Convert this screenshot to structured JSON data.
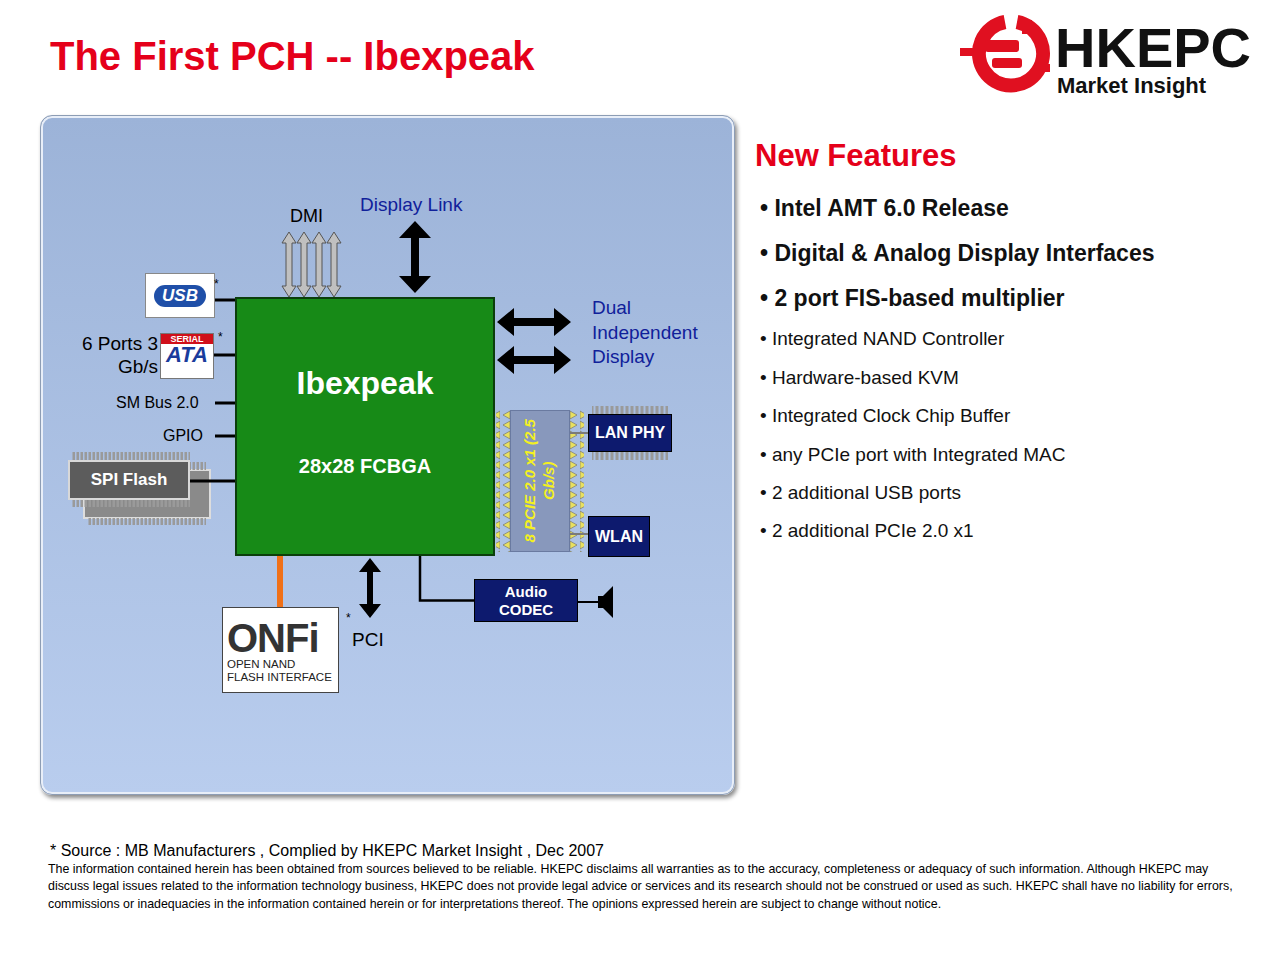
{
  "diagram": {
    "title": "The First PCH -- Ibexpeak",
    "nodes": [
      {
        "text": [
          "USB"
        ]
      },
      {
        "text": [
          "SERIAL",
          "ATA"
        ]
      },
      {
        "text": [
          "SPI Flash"
        ]
      },
      {
        "text": [
          "Ibexpeak",
          "28x28 FCBGA"
        ]
      },
      {
        "text": [
          "8 PCIE 2.0 x1 (2.5 Gb/s)"
        ]
      },
      {
        "text": [
          "LAN PHY"
        ]
      },
      {
        "text": [
          "WLAN"
        ]
      },
      {
        "text": [
          "Audio CODEC"
        ]
      },
      {
        "text": [
          "ONFi",
          "OPEN NAND FLASH INTERFACE"
        ]
      }
    ],
    "edges": [
      {
        "from": 3,
        "to": 0,
        "arrow": "none"
      },
      {
        "from": 3,
        "to": 1,
        "arrow": "none"
      },
      {
        "from": 3,
        "to": 2,
        "arrow": "none"
      },
      {
        "from": 3,
        "to": 8,
        "arrow": "none"
      },
      {
        "from": 3,
        "to": 7,
        "arrow": "none"
      },
      {
        "from": 4,
        "to": 5,
        "arrow": "none"
      },
      {
        "from": 4,
        "to": 6,
        "arrow": "none"
      }
    ],
    "labels": [
      "HKEPC",
      "Market Insight",
      "DMI",
      "Display Link",
      "Dual Independent Display",
      "*",
      "6 Ports 3 Gb/s",
      "*",
      "SM Bus 2.0",
      "GPIO",
      "*",
      "PCI",
      "New Features",
      "• Intel AMT 6.0 Release",
      "• Digital & Analog Display Interfaces",
      "• 2 port FIS-based multiplier",
      "• Integrated NAND Controller",
      "• Hardware-based KVM",
      "• Integrated Clock Chip Buffer",
      "• any PCIe port with Integrated MAC",
      "• 2 additional USB ports",
      "• 2 additional PCIe 2.0 x1",
      "* Source : MB Manufacturers , Complied by HKEPC Market Insight , Dec 2007",
      "The information contained herein has been obtained from sources believed to be reliable. HKEPC disclaims all warranties as to the accuracy, completeness or adequacy of such information. Although HKEPC may discuss legal issues related to the information technology business, HKEPC does not provide legal advice or services and its research should not be construed or used as such. HKEPC shall have no liability for errors, commissions or inadequacies in the information contained herein or for interpretations thereof. The opinions expressed herein are subject to change without notice."
    ]
  }
}
